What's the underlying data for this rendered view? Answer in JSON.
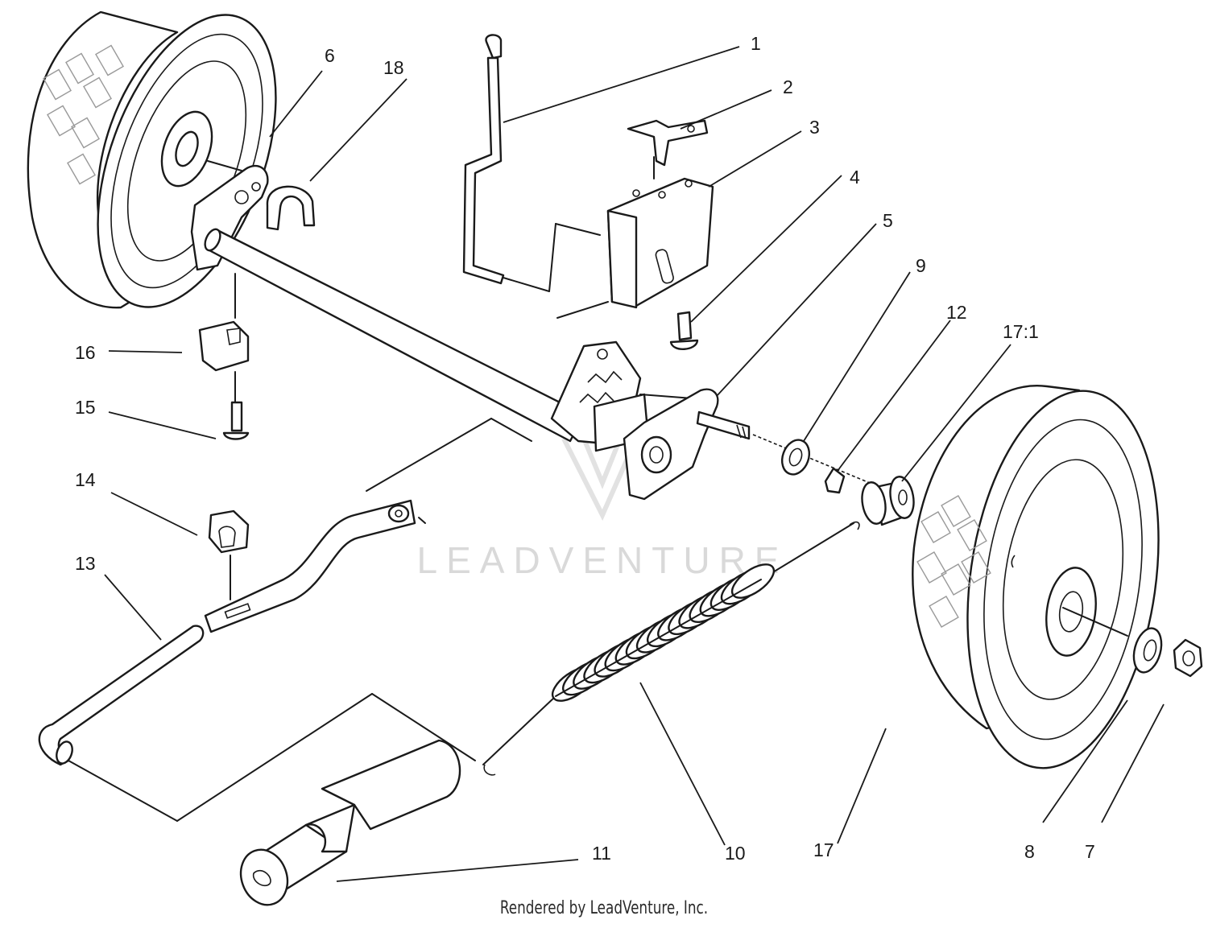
{
  "callouts": {
    "c1": "1",
    "c2": "2",
    "c3": "3",
    "c4": "4",
    "c5": "5",
    "c6": "6",
    "c7": "7",
    "c8": "8",
    "c9": "9",
    "c10": "10",
    "c11": "11",
    "c12": "12",
    "c13": "13",
    "c14": "14",
    "c15": "15",
    "c16": "16",
    "c17": "17",
    "c17_1": "17:1",
    "c18": "18"
  },
  "watermark": "LEADVENTURE",
  "footer": "Rendered by LeadVenture, Inc.",
  "colors": {
    "line": "#1a1a1a",
    "watermark": "#d9d9d9",
    "tread": "#9a9a9a"
  }
}
